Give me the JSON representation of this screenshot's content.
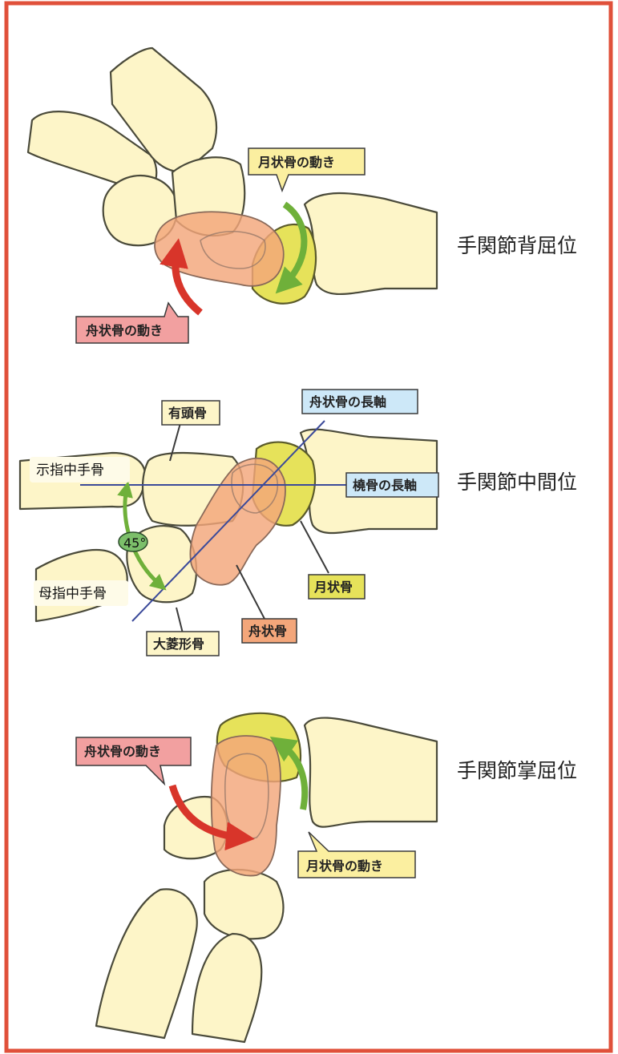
{
  "positions": {
    "dorsal": "手関節背屈位",
    "neutral": "手関節中間位",
    "palmar": "手関節掌屈位"
  },
  "labels": {
    "lunate_motion": "月状骨の動き",
    "scaphoid_motion": "舟状骨の動き",
    "scaphoid_long_axis": "舟状骨の長軸",
    "radius_long_axis": "橈骨の長軸",
    "capitate": "有頭骨",
    "index_metacarpal": "示指中手骨",
    "thumb_metacarpal": "母指中手骨",
    "trapezium": "大菱形骨",
    "scaphoid": "舟状骨",
    "lunate": "月状骨",
    "angle": "45°"
  },
  "colors": {
    "frame": "#e0503a",
    "bone": "#fdf5c8",
    "scaphoid": "#f3a67a",
    "lunate": "#e6e25a",
    "scaphoid_callout": "#f2a0a0",
    "lunate_callout": "#fbefa0",
    "axis_callout": "#cde8f8",
    "red_arrow": "#d8352a",
    "green_arrow": "#6fb03a",
    "axis_line": "#3b4a9a"
  }
}
